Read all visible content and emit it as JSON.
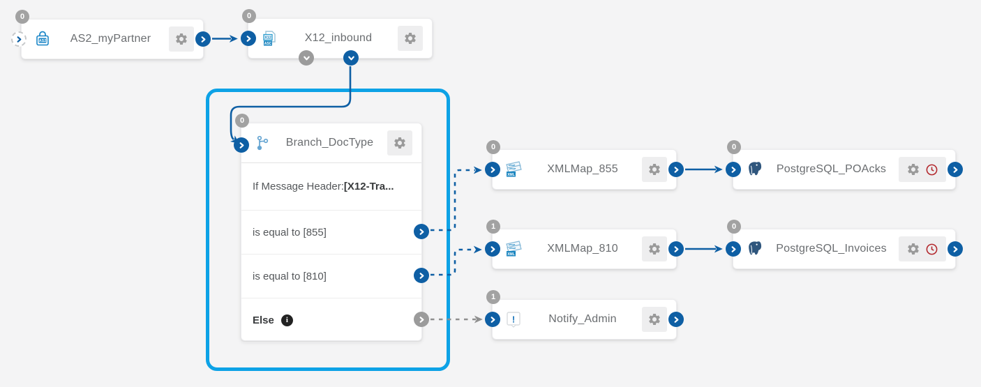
{
  "colors": {
    "accent_blue": "#0e5fa4",
    "highlight_blue": "#0da2e6",
    "badge_gray": "#a2a2a2",
    "clock_red": "#b3282d",
    "canvas_bg": "#f4f4f5"
  },
  "icons": {
    "as2_label": "AS2",
    "x12_label": "X12",
    "x12_sub": "ASC",
    "xml_label": "XML",
    "alert_glyph": "!",
    "info_glyph": "i"
  },
  "nodes": {
    "as2": {
      "badge": "0",
      "title": "AS2_myPartner"
    },
    "x12": {
      "badge": "0",
      "title": "X12_inbound"
    },
    "branch": {
      "badge": "0",
      "title": "Branch_DocType",
      "rows": {
        "condition_prefix": "If Message Header: ",
        "condition_value": "[X12-Tra...",
        "case855": "is equal to [855]",
        "case810": "is equal to [810]",
        "else_label": "Else"
      }
    },
    "xmlmap855": {
      "badge": "0",
      "title": "XMLMap_855"
    },
    "xmlmap810": {
      "badge": "1",
      "title": "XMLMap_810"
    },
    "notify": {
      "badge": "1",
      "title": "Notify_Admin"
    },
    "pg_poacks": {
      "badge": "0",
      "title": "PostgreSQL_POAcks"
    },
    "pg_invoices": {
      "badge": "0",
      "title": "PostgreSQL_Invoices"
    }
  }
}
